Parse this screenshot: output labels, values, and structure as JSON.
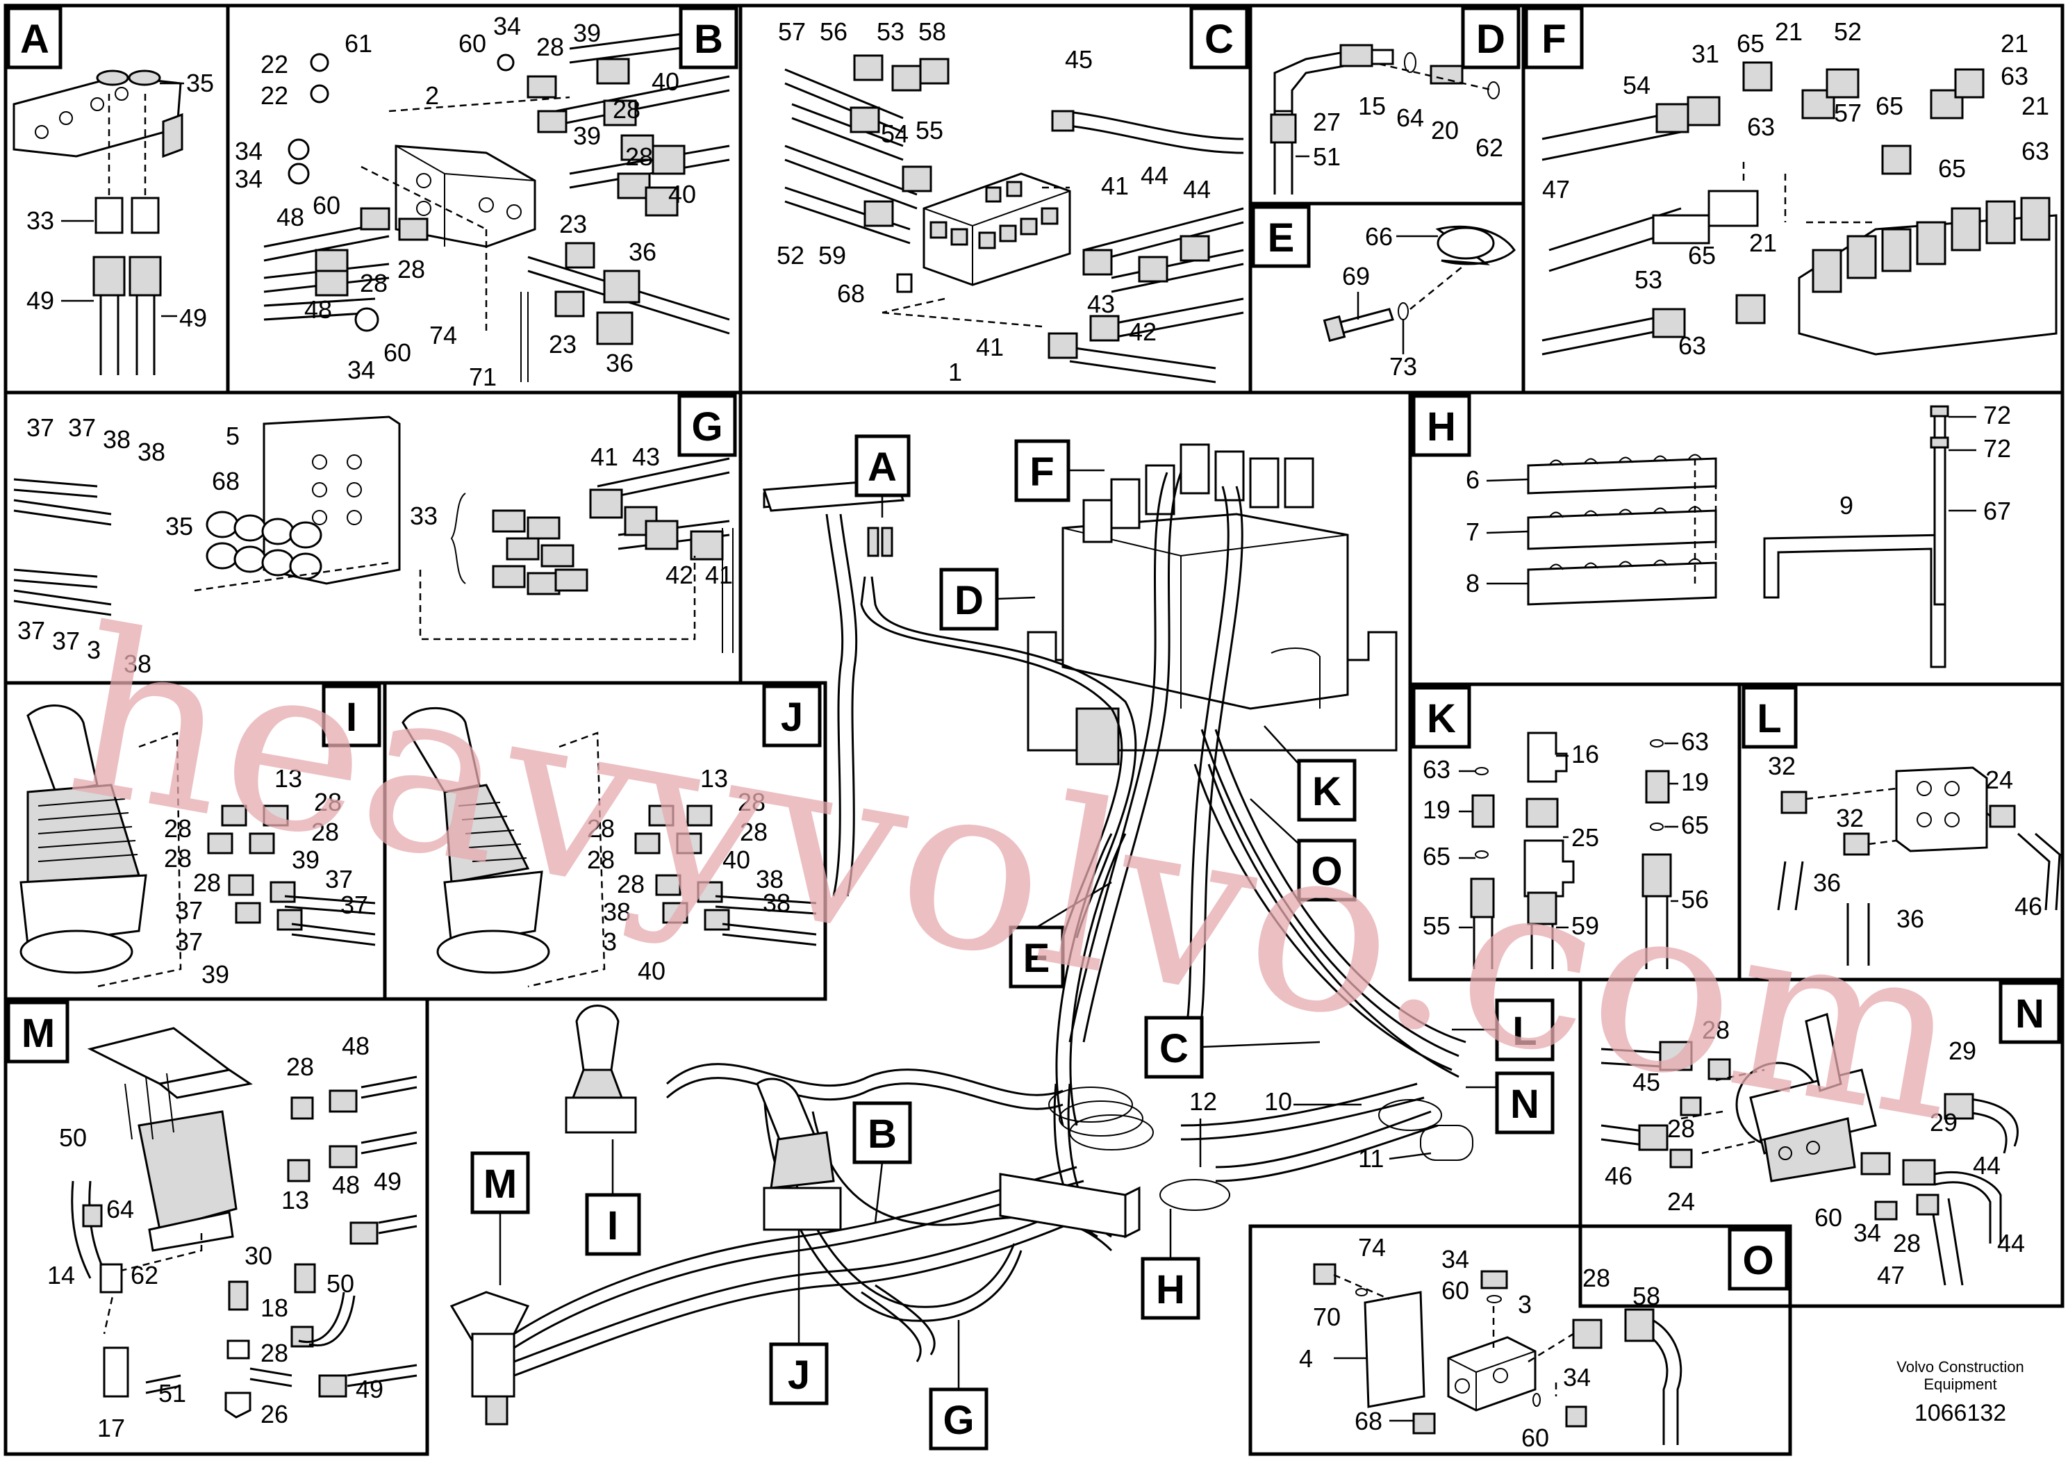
{
  "panels": {
    "A": {
      "letter": "A",
      "labels": [
        "35",
        "33",
        "49",
        "49"
      ]
    },
    "B": {
      "letter": "B",
      "labels": [
        "61",
        "34",
        "39",
        "22",
        "22",
        "2",
        "60",
        "28",
        "28",
        "40",
        "40",
        "39",
        "34",
        "34",
        "48",
        "60",
        "48",
        "28",
        "28",
        "23",
        "36",
        "23",
        "36",
        "74",
        "71",
        "34",
        "60",
        "28"
      ]
    },
    "C": {
      "letter": "C",
      "labels": [
        "57",
        "56",
        "53",
        "58",
        "45",
        "54",
        "55",
        "52",
        "59",
        "68",
        "1",
        "41",
        "44",
        "44",
        "43",
        "42",
        "41"
      ]
    },
    "D": {
      "letter": "D",
      "labels": [
        "15",
        "27",
        "64",
        "20",
        "62",
        "51"
      ]
    },
    "E": {
      "letter": "E",
      "labels": [
        "66",
        "69",
        "73"
      ]
    },
    "F": {
      "letter": "F",
      "labels": [
        "52",
        "21",
        "21",
        "65",
        "31",
        "54",
        "63",
        "63",
        "57",
        "65",
        "21",
        "65",
        "63",
        "47",
        "53",
        "65",
        "21",
        "63"
      ]
    },
    "G": {
      "letter": "G",
      "labels": [
        "37",
        "37",
        "38",
        "38",
        "5",
        "68",
        "35",
        "33",
        "41",
        "43",
        "37",
        "37",
        "3",
        "38",
        "42",
        "41"
      ]
    },
    "H": {
      "letter": "H",
      "labels": [
        "72",
        "72",
        "6",
        "7",
        "8",
        "9",
        "67"
      ]
    },
    "I": {
      "letter": "I",
      "labels": [
        "13",
        "28",
        "28",
        "28",
        "28",
        "28",
        "39",
        "37",
        "37",
        "37",
        "37",
        "39"
      ]
    },
    "J": {
      "letter": "J",
      "labels": [
        "13",
        "28",
        "28",
        "28",
        "28",
        "28",
        "40",
        "38",
        "38",
        "38",
        "3",
        "40"
      ]
    },
    "K": {
      "letter": "K",
      "labels": [
        "63",
        "16",
        "63",
        "19",
        "19",
        "25",
        "65",
        "65",
        "55",
        "59",
        "56"
      ]
    },
    "L": {
      "letter": "L",
      "labels": [
        "32",
        "24",
        "32",
        "36",
        "36",
        "46"
      ]
    },
    "M": {
      "letter": "M",
      "labels": [
        "28",
        "48",
        "48",
        "50",
        "64",
        "13",
        "49",
        "14",
        "62",
        "30",
        "18",
        "50",
        "28",
        "51",
        "49",
        "26",
        "17"
      ]
    },
    "N": {
      "letter": "N",
      "labels": [
        "28",
        "29",
        "45",
        "29",
        "28",
        "46",
        "24",
        "44",
        "60",
        "34",
        "28",
        "44",
        "47"
      ]
    },
    "O": {
      "letter": "O",
      "labels": [
        "74",
        "34",
        "60",
        "28",
        "58",
        "70",
        "3",
        "4",
        "34",
        "68",
        "60"
      ]
    }
  },
  "overview": {
    "callouts": [
      "A",
      "F",
      "D",
      "K",
      "O",
      "E",
      "C",
      "L",
      "N",
      "M",
      "I",
      "B",
      "H",
      "J",
      "G"
    ],
    "labels": [
      "12",
      "10",
      "11"
    ]
  },
  "watermark": "heavyvolvo.com",
  "footer": {
    "company_line1": "Volvo Construction",
    "company_line2": "Equipment",
    "code": "1066132"
  }
}
